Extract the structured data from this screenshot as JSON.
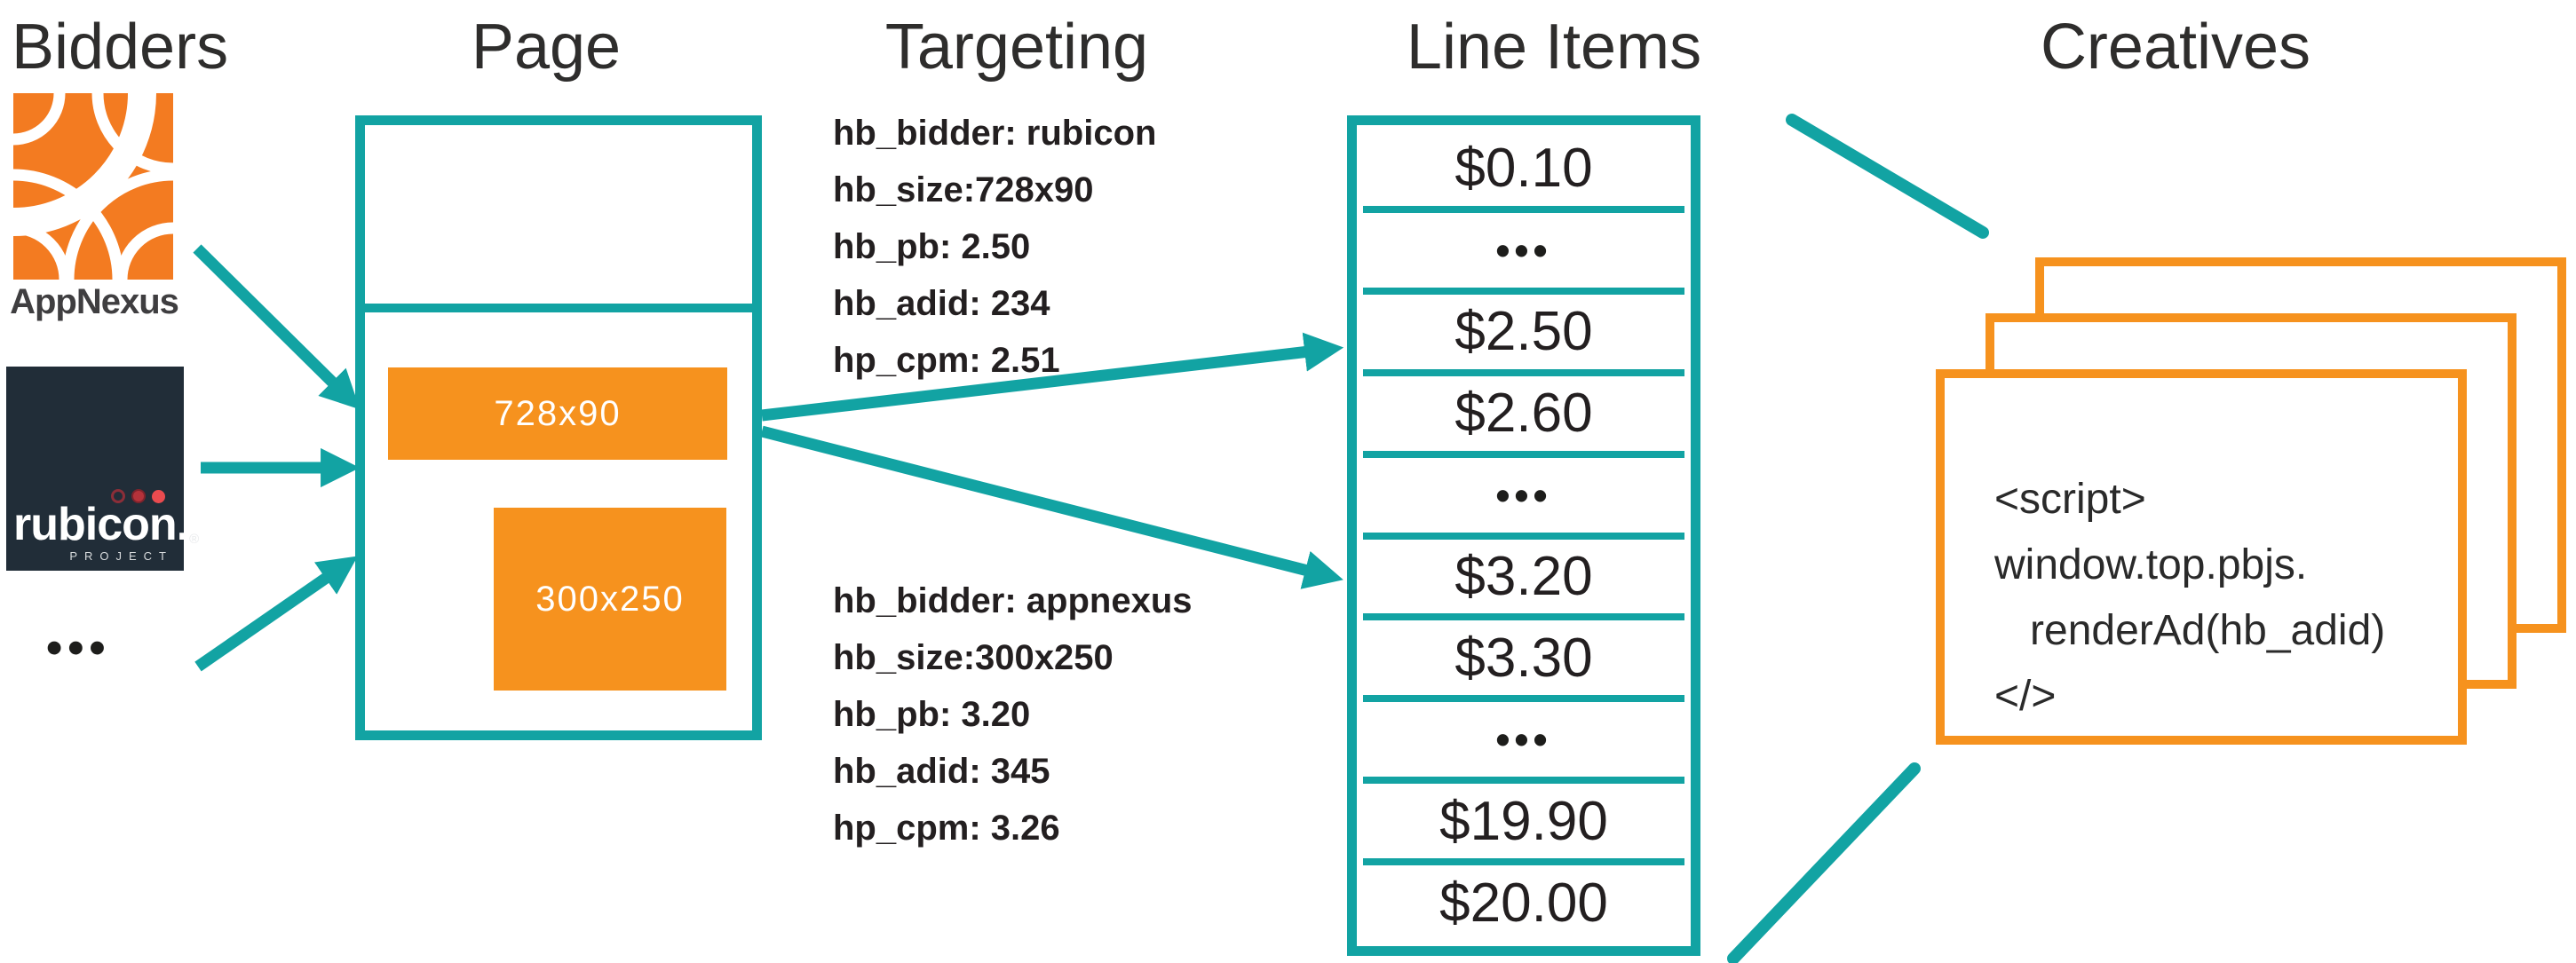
{
  "columns": {
    "bidders": "Bidders",
    "page": "Page",
    "targeting": "Targeting",
    "line_items": "Line Items",
    "creatives": "Creatives"
  },
  "bidders": {
    "appnexus_label": "AppNexus",
    "rubicon_wordmark": "rubicon.",
    "rubicon_reg": "®",
    "rubicon_project": "PROJECT",
    "more_ellipsis": "•••"
  },
  "page": {
    "slots": [
      {
        "label": "728x90"
      },
      {
        "label": "300x250"
      }
    ]
  },
  "targeting": {
    "rubicon_block": {
      "lines": [
        "hb_bidder: rubicon",
        "hb_size:728x90",
        "hb_pb: 2.50",
        "hb_adid: 234",
        "hp_cpm: 2.51"
      ]
    },
    "appnexus_block": {
      "lines": [
        "hb_bidder: appnexus",
        "hb_size:300x250",
        "hb_pb: 3.20",
        "hb_adid: 345",
        "hp_cpm: 3.26"
      ]
    }
  },
  "line_items": {
    "rows": [
      "$0.10",
      "•••",
      "$2.50",
      "$2.60",
      "•••",
      "$3.20",
      "$3.30",
      "•••",
      "$19.90",
      "$20.00"
    ]
  },
  "creatives": {
    "script_lines": [
      "<script>",
      "window.top.pbjs.",
      "   renderAd(hb_adid)",
      "</>"
    ]
  },
  "colors": {
    "teal": "#12a3a3",
    "orange": "#f6921e",
    "appnexus_orange": "#f37b21",
    "rubicon_background": "#212d38",
    "rubicon_red": "#ea4b4f",
    "text_dark": "#231f20"
  }
}
